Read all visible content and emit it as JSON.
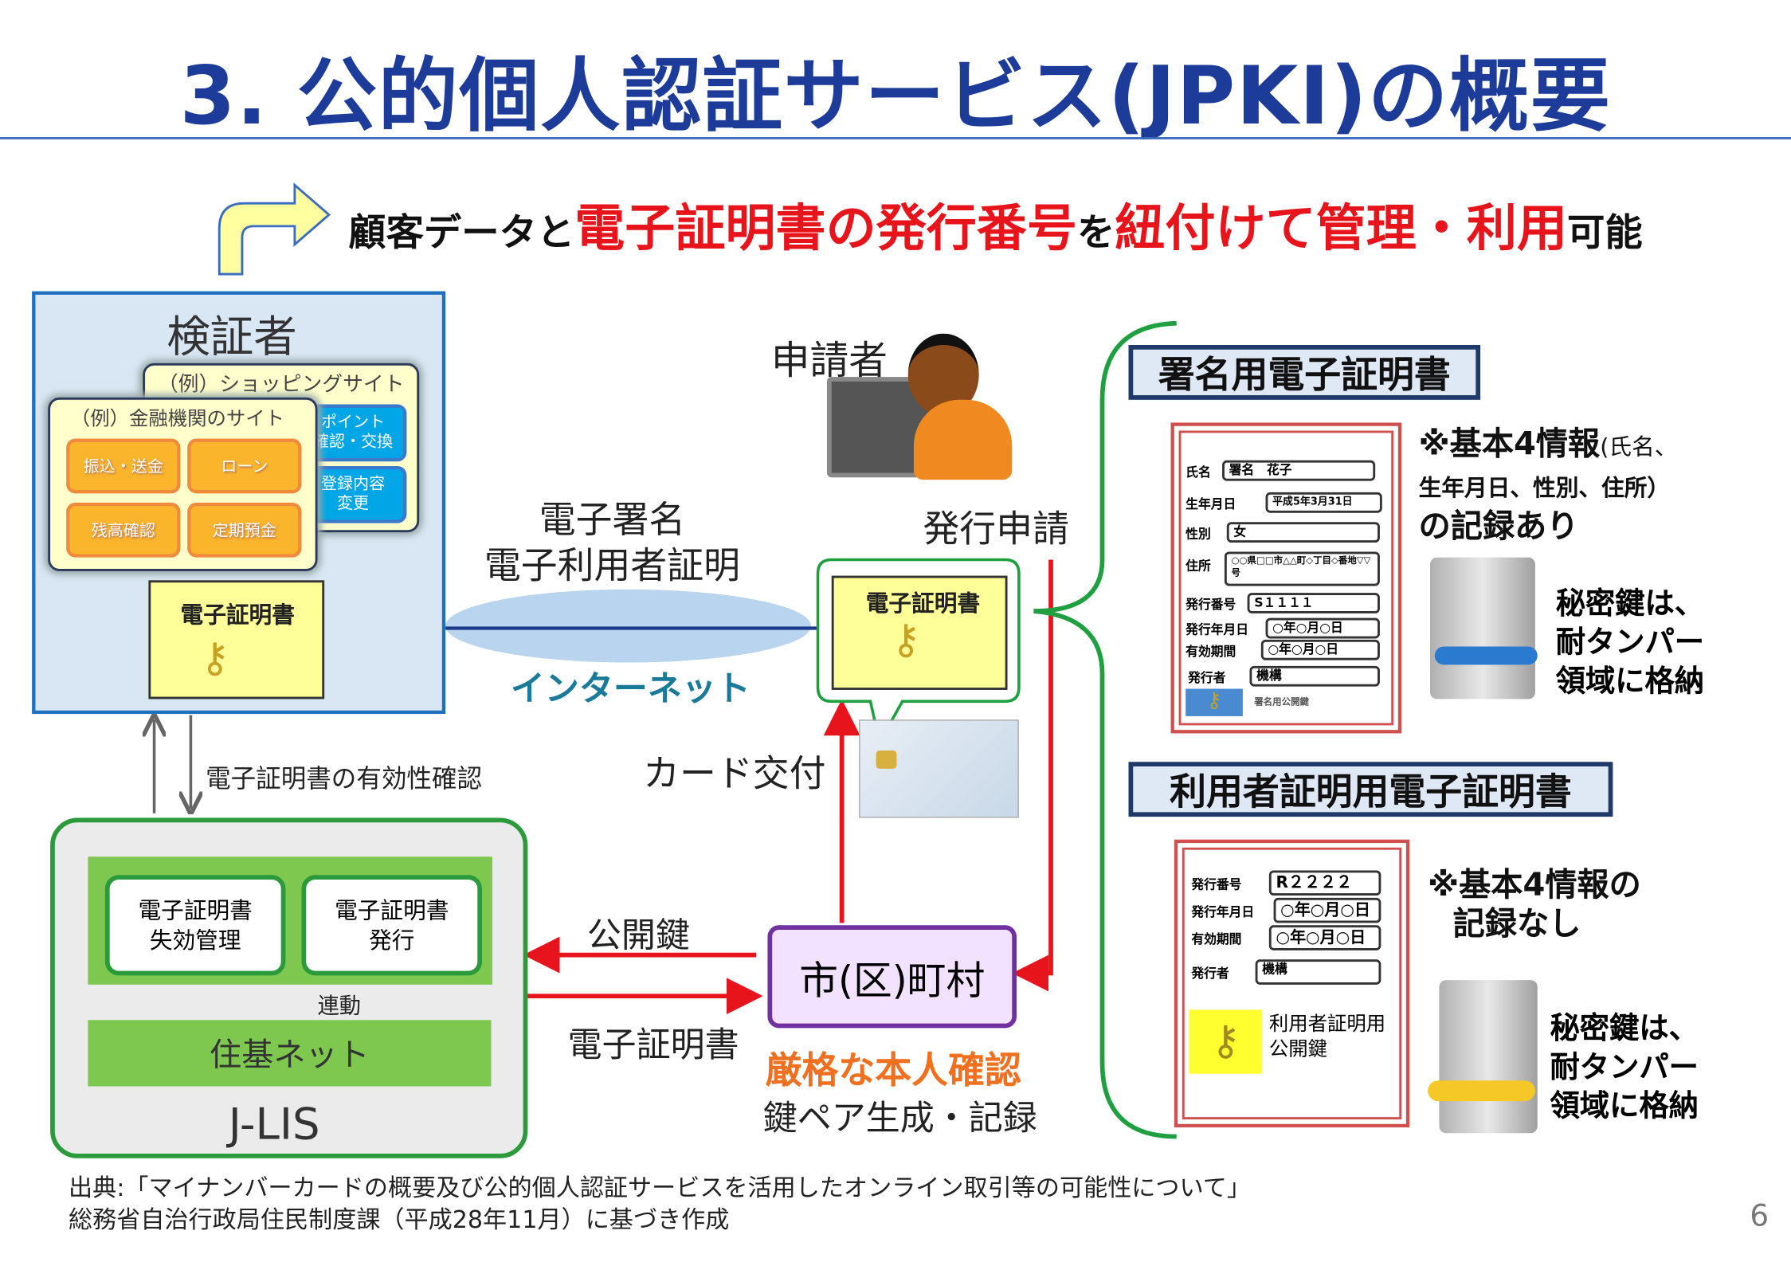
{
  "title": "3. 公的個人認証サービス(JPKI)の概要",
  "subtitle": {
    "p1": "顧客データと",
    "p2": "電子証明書の発行番号",
    "p3": "を",
    "p4": "紐付けて管理・利用",
    "p5": "可能"
  },
  "verifier": {
    "title": "検証者",
    "shopping": {
      "label": "（例）ショッピングサイト",
      "buttons": [
        "ポイント\n確認・交換",
        "登録内容\n変更"
      ]
    },
    "finance": {
      "label": "（例）金融機関のサイト",
      "buttons": [
        "振込・送金",
        "ローン",
        "残高確認",
        "定期預金"
      ]
    },
    "cert": "電子証明書"
  },
  "validity_check": "電子証明書の有効性確認",
  "jlis": {
    "box1": "電子証明書\n失効管理",
    "box2": "電子証明書\n発行",
    "link": "連動",
    "net": "住基ネット",
    "name": "J-LIS"
  },
  "internet": {
    "line1": "電子署名",
    "line2": "電子利用者証明",
    "label": "インターネット"
  },
  "applicant": "申請者",
  "apply": "発行申請",
  "center_cert": "電子証明書",
  "card_delivery": "カード交付",
  "public_key": "公開鍵",
  "cert_label": "電子証明書",
  "municipality": "市(区)町村",
  "strict": "厳格な本人確認",
  "keypair": "鍵ペア生成・記録",
  "sign_cert": {
    "header": "署名用電子証明書",
    "fields": [
      {
        "label": "氏名",
        "value": "署名　花子"
      },
      {
        "label": "生年月日",
        "value": "平成5年3月31日"
      },
      {
        "label": "性別",
        "value": "女"
      },
      {
        "label": "住所",
        "value": "○○県□□市△△町◇丁目◇番地▽▽号"
      },
      {
        "label": "発行番号",
        "value": "S１１１１"
      },
      {
        "label": "発行年月日",
        "value": "○年○月○日"
      },
      {
        "label": "有効期間",
        "value": "○年○月○日"
      },
      {
        "label": "発行者",
        "value": "機構"
      }
    ],
    "key_caption": "署名用公開鍵",
    "note1": "※基本4情報",
    "note1b": "(氏名、",
    "note2": "生年月日、性別、住所）",
    "note3": "の記録あり",
    "safe": "秘密鍵は、\n耐タンパー\n領域に格納"
  },
  "user_cert": {
    "header": "利用者証明用電子証明書",
    "fields": [
      {
        "label": "発行番号",
        "value": "R２２２２"
      },
      {
        "label": "発行年月日",
        "value": "○年○月○日"
      },
      {
        "label": "有効期間",
        "value": "○年○月○日"
      },
      {
        "label": "発行者",
        "value": "機構"
      }
    ],
    "key_caption": "利用者証明用\n公開鍵",
    "note1": "※基本4情報の",
    "note2": "記録なし",
    "safe": "秘密鍵は、\n耐タンパー\n領域に格納"
  },
  "footer": {
    "line1": "出典:「マイナンバーカードの概要及び公的個人認証サービスを活用したオンライン取引等の可能性について」",
    "line2": "総務省自治行政局住民制度課（平成28年11月）に基づき作成"
  },
  "page_number": "6",
  "colors": {
    "title": "#1d3c9a",
    "red": "#e8141c",
    "green": "#2a9a3a",
    "purple": "#7030a0",
    "orange": "#f07020",
    "teal": "#1a7a9a"
  }
}
